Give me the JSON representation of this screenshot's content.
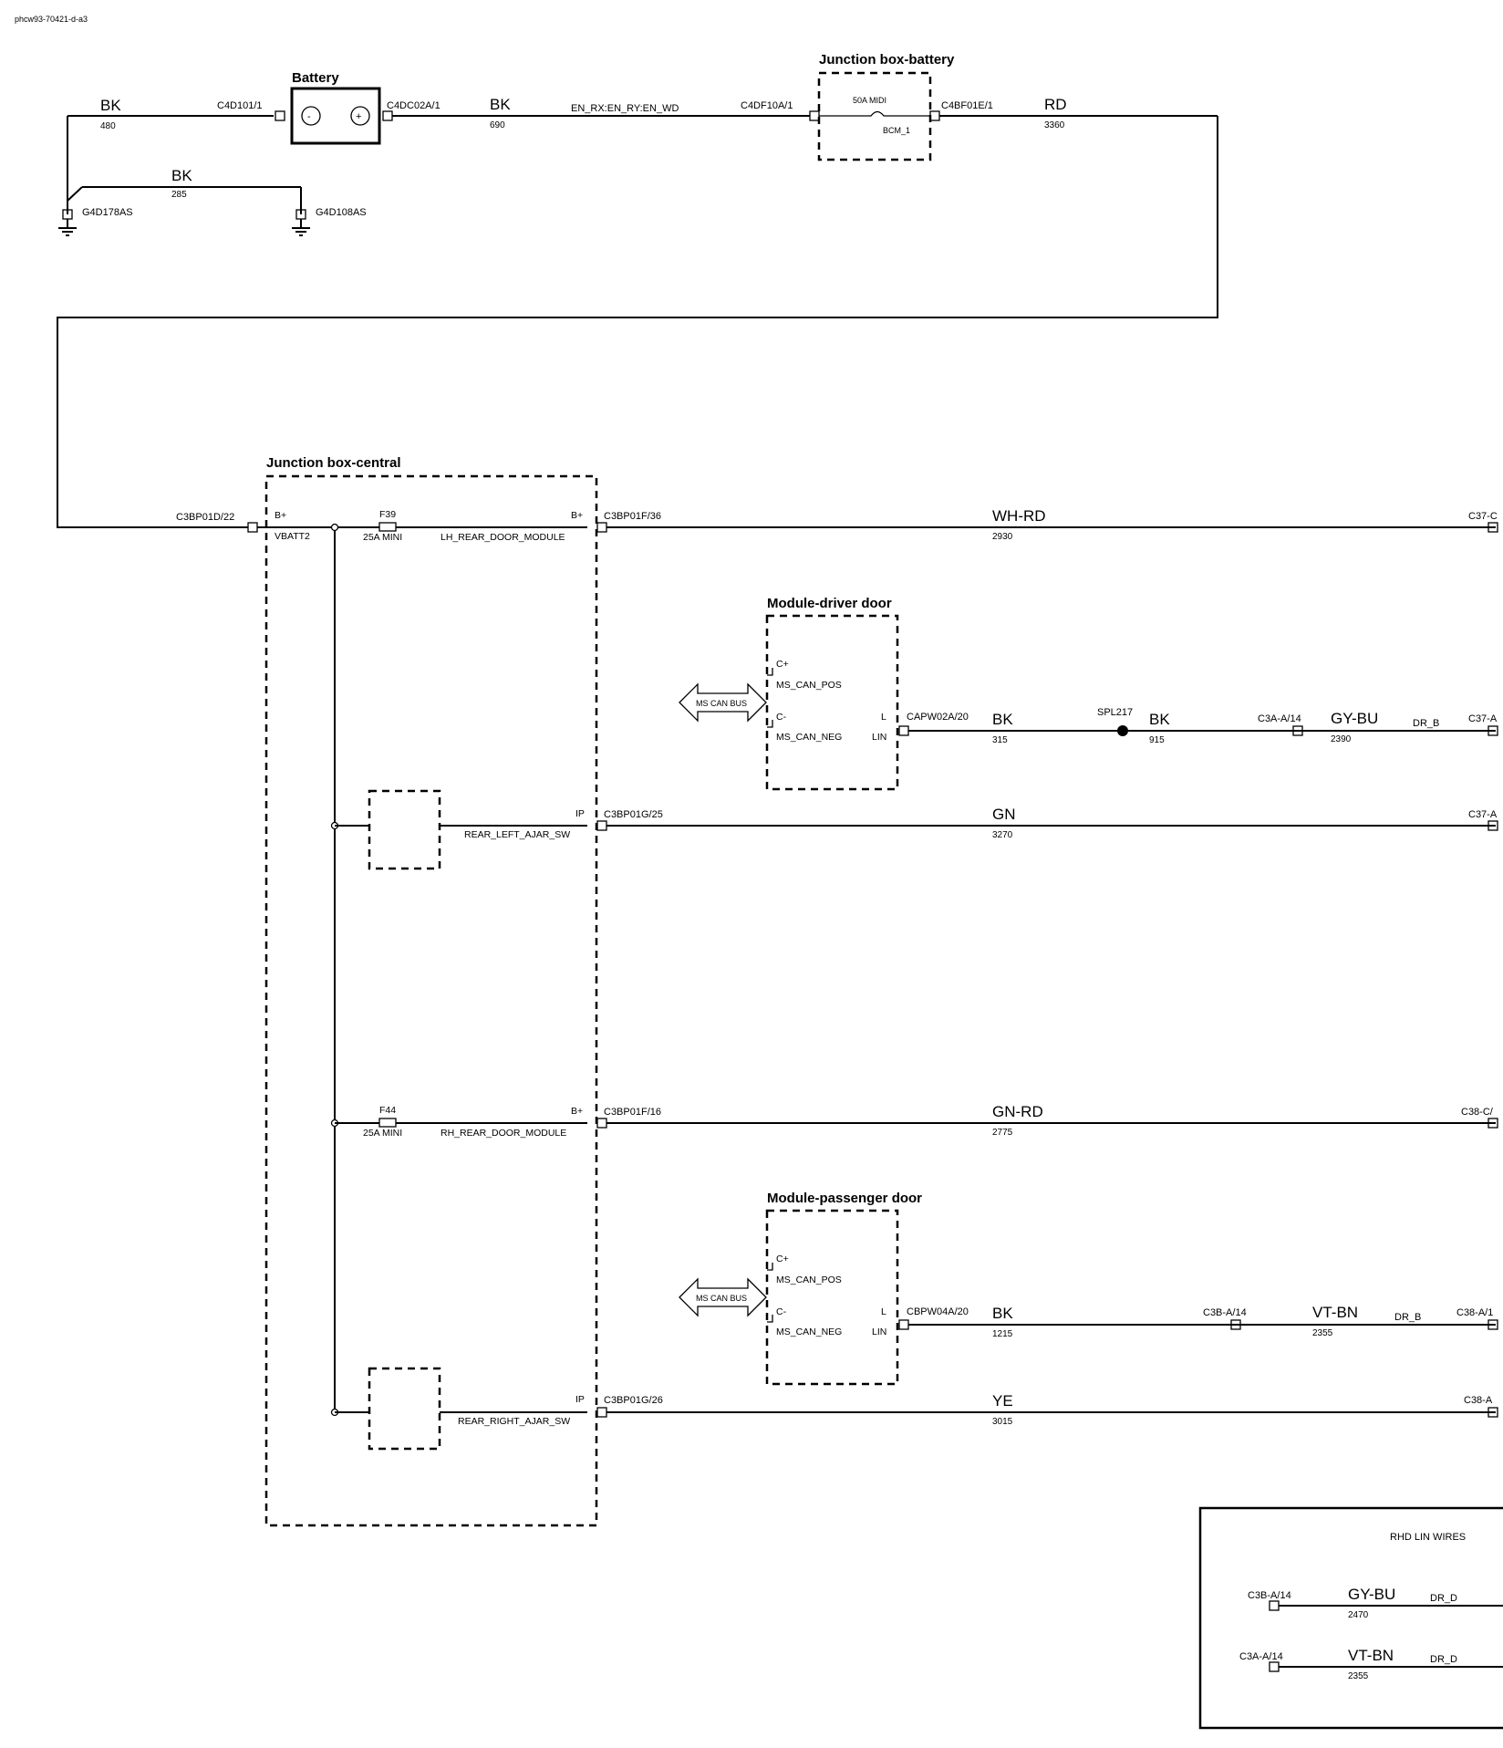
{
  "doc_id": "phcw93-70421-d-a3",
  "battery": {
    "title": "Battery",
    "left_connector": "C4D101/1",
    "right_connector": "C4DC02A/1",
    "minus_symbol": "-",
    "plus_symbol": "+"
  },
  "ground_wires": {
    "wire1_color": "BK",
    "wire1_num": "480",
    "wire2_color": "BK",
    "wire2_num": "285",
    "ground1": "G4D178AS",
    "ground2": "G4D108AS"
  },
  "battery_out": {
    "wire_color": "BK",
    "wire_num": "690",
    "net_label": "EN_RX:EN_RY:EN_WD",
    "connector": "C4DF10A/1"
  },
  "jb_battery": {
    "title": "Junction box-battery",
    "fuse": "50A MIDI",
    "circuit": "BCM_1",
    "out_connector": "C4BF01E/1",
    "out_color": "RD",
    "out_num": "3360"
  },
  "jb_central": {
    "title": "Junction box-central",
    "in_connector": "C3BP01D/22",
    "in_pin": "B+",
    "vbatt": "VBATT2",
    "fuse_f39": "F39",
    "fuse_f39_rating": "25A MINI",
    "fuse_f44": "F44",
    "fuse_f44_rating": "25A MINI",
    "row1": {
      "pin": "B+",
      "func": "LH_REAR_DOOR_MODULE",
      "connector": "C3BP01F/36",
      "color": "WH-RD",
      "num": "2930",
      "end": "C37-C"
    },
    "row2": {
      "pin": "IP",
      "func": "REAR_LEFT_AJAR_SW",
      "connector": "C3BP01G/25",
      "color": "GN",
      "num": "3270",
      "end": "C37-A"
    },
    "row3": {
      "pin": "B+",
      "func": "RH_REAR_DOOR_MODULE",
      "connector": "C3BP01F/16",
      "color": "GN-RD",
      "num": "2775",
      "end": "C38-C/"
    },
    "row4": {
      "pin": "IP",
      "func": "REAR_RIGHT_AJAR_SW",
      "connector": "C3BP01G/26",
      "color": "YE",
      "num": "3015",
      "end": "C38-A"
    }
  },
  "driver_module": {
    "title": "Module-driver door",
    "can_label": "MS CAN BUS",
    "c_plus": "C+",
    "can_pos": "MS_CAN_POS",
    "c_minus": "C-",
    "can_neg": "MS_CAN_NEG",
    "pin_l": "L",
    "pin_lin": "LIN",
    "connector": "CAPW02A/20",
    "wire1_color": "BK",
    "wire1_num": "315",
    "splice": "SPL217",
    "wire2_color": "BK",
    "wire2_num": "915",
    "connector2": "C3A-A/14",
    "wire3_color": "GY-BU",
    "wire3_num": "2390",
    "dr_label": "DR_B",
    "end": "C37-A"
  },
  "passenger_module": {
    "title": "Module-passenger door",
    "can_label": "MS CAN BUS",
    "c_plus": "C+",
    "can_pos": "MS_CAN_POS",
    "c_minus": "C-",
    "can_neg": "MS_CAN_NEG",
    "pin_l": "L",
    "pin_lin": "LIN",
    "connector": "CBPW04A/20",
    "wire1_color": "BK",
    "wire1_num": "1215",
    "connector2": "C3B-A/14",
    "wire2_color": "VT-BN",
    "wire2_num": "2355",
    "dr_label": "DR_B",
    "end": "C38-A/1"
  },
  "rhd_box": {
    "title": "RHD LIN WIRES",
    "row1": {
      "connector": "C3B-A/14",
      "color": "GY-BU",
      "num": "2470",
      "dr": "DR_D"
    },
    "row2": {
      "connector": "C3A-A/14",
      "color": "VT-BN",
      "num": "2355",
      "dr": "DR_D"
    }
  }
}
